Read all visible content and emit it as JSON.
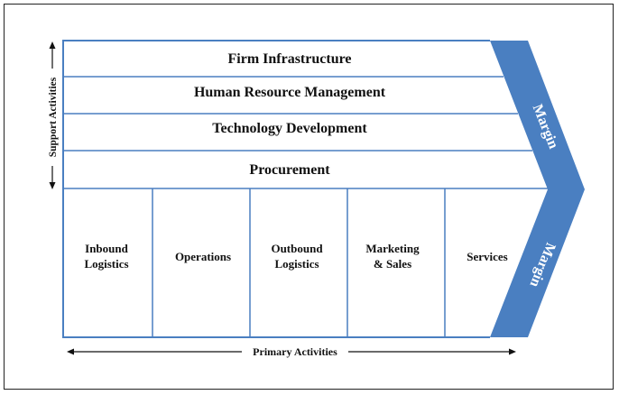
{
  "diagram": {
    "support_activities": [
      "Firm Infrastructure",
      "Human Resource Management",
      "Technology Development",
      "Procurement"
    ],
    "primary_activities": [
      [
        "Inbound",
        "Logistics"
      ],
      [
        "Operations"
      ],
      [
        "Outbound",
        "Logistics"
      ],
      [
        "Marketing",
        "& Sales"
      ],
      [
        "Services"
      ]
    ],
    "margin_label": "Margin",
    "support_axis_label": "Support Activities",
    "primary_axis_label": "Primary Activities",
    "colors": {
      "margin": "#4a7fc1",
      "lines": "#4a7fc1",
      "text": "#111111"
    }
  }
}
